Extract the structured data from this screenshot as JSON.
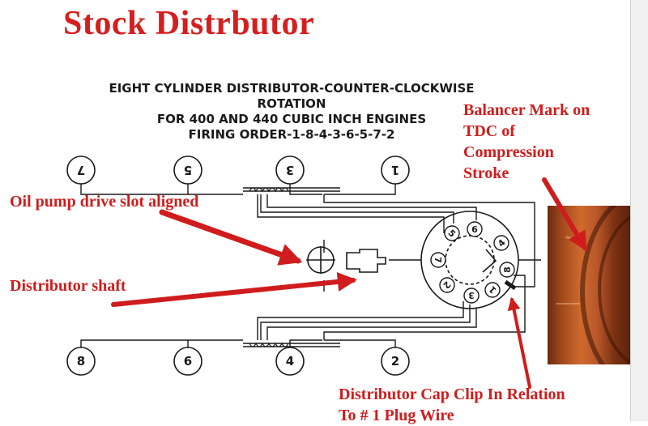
{
  "title": "Stock Distrbutor",
  "heading": {
    "line1": "EIGHT CYLINDER DISTRIBUTOR-COUNTER-CLOCKWISE",
    "line2": "ROTATION",
    "line3": "FOR 400 AND 440 CUBIC INCH ENGINES",
    "line4": "FIRING ORDER-1-8-4-3-6-5-7-2"
  },
  "annotations": {
    "balancer_line1": "Balancer Mark on",
    "balancer_line2": "TDC of",
    "balancer_line3": "Compression",
    "balancer_line4": "Stroke",
    "oil_pump": "Oil pump drive slot aligned",
    "shaft": "Distributor shaft",
    "cap_clip_line1": "Distributor Cap Clip In Relation",
    "cap_clip_line2": "To # 1 Plug Wire"
  },
  "spark_plugs": {
    "top": [
      "7",
      "5",
      "3",
      "1"
    ],
    "bottom": [
      "8",
      "6",
      "4",
      "2"
    ]
  },
  "cap_terminals": [
    "8",
    "4",
    "6",
    "5",
    "7",
    "2",
    "3",
    "1"
  ],
  "colors": {
    "annotation": "#d01c1c",
    "title": "#d51f1f",
    "ink": "#1a1a1a"
  }
}
